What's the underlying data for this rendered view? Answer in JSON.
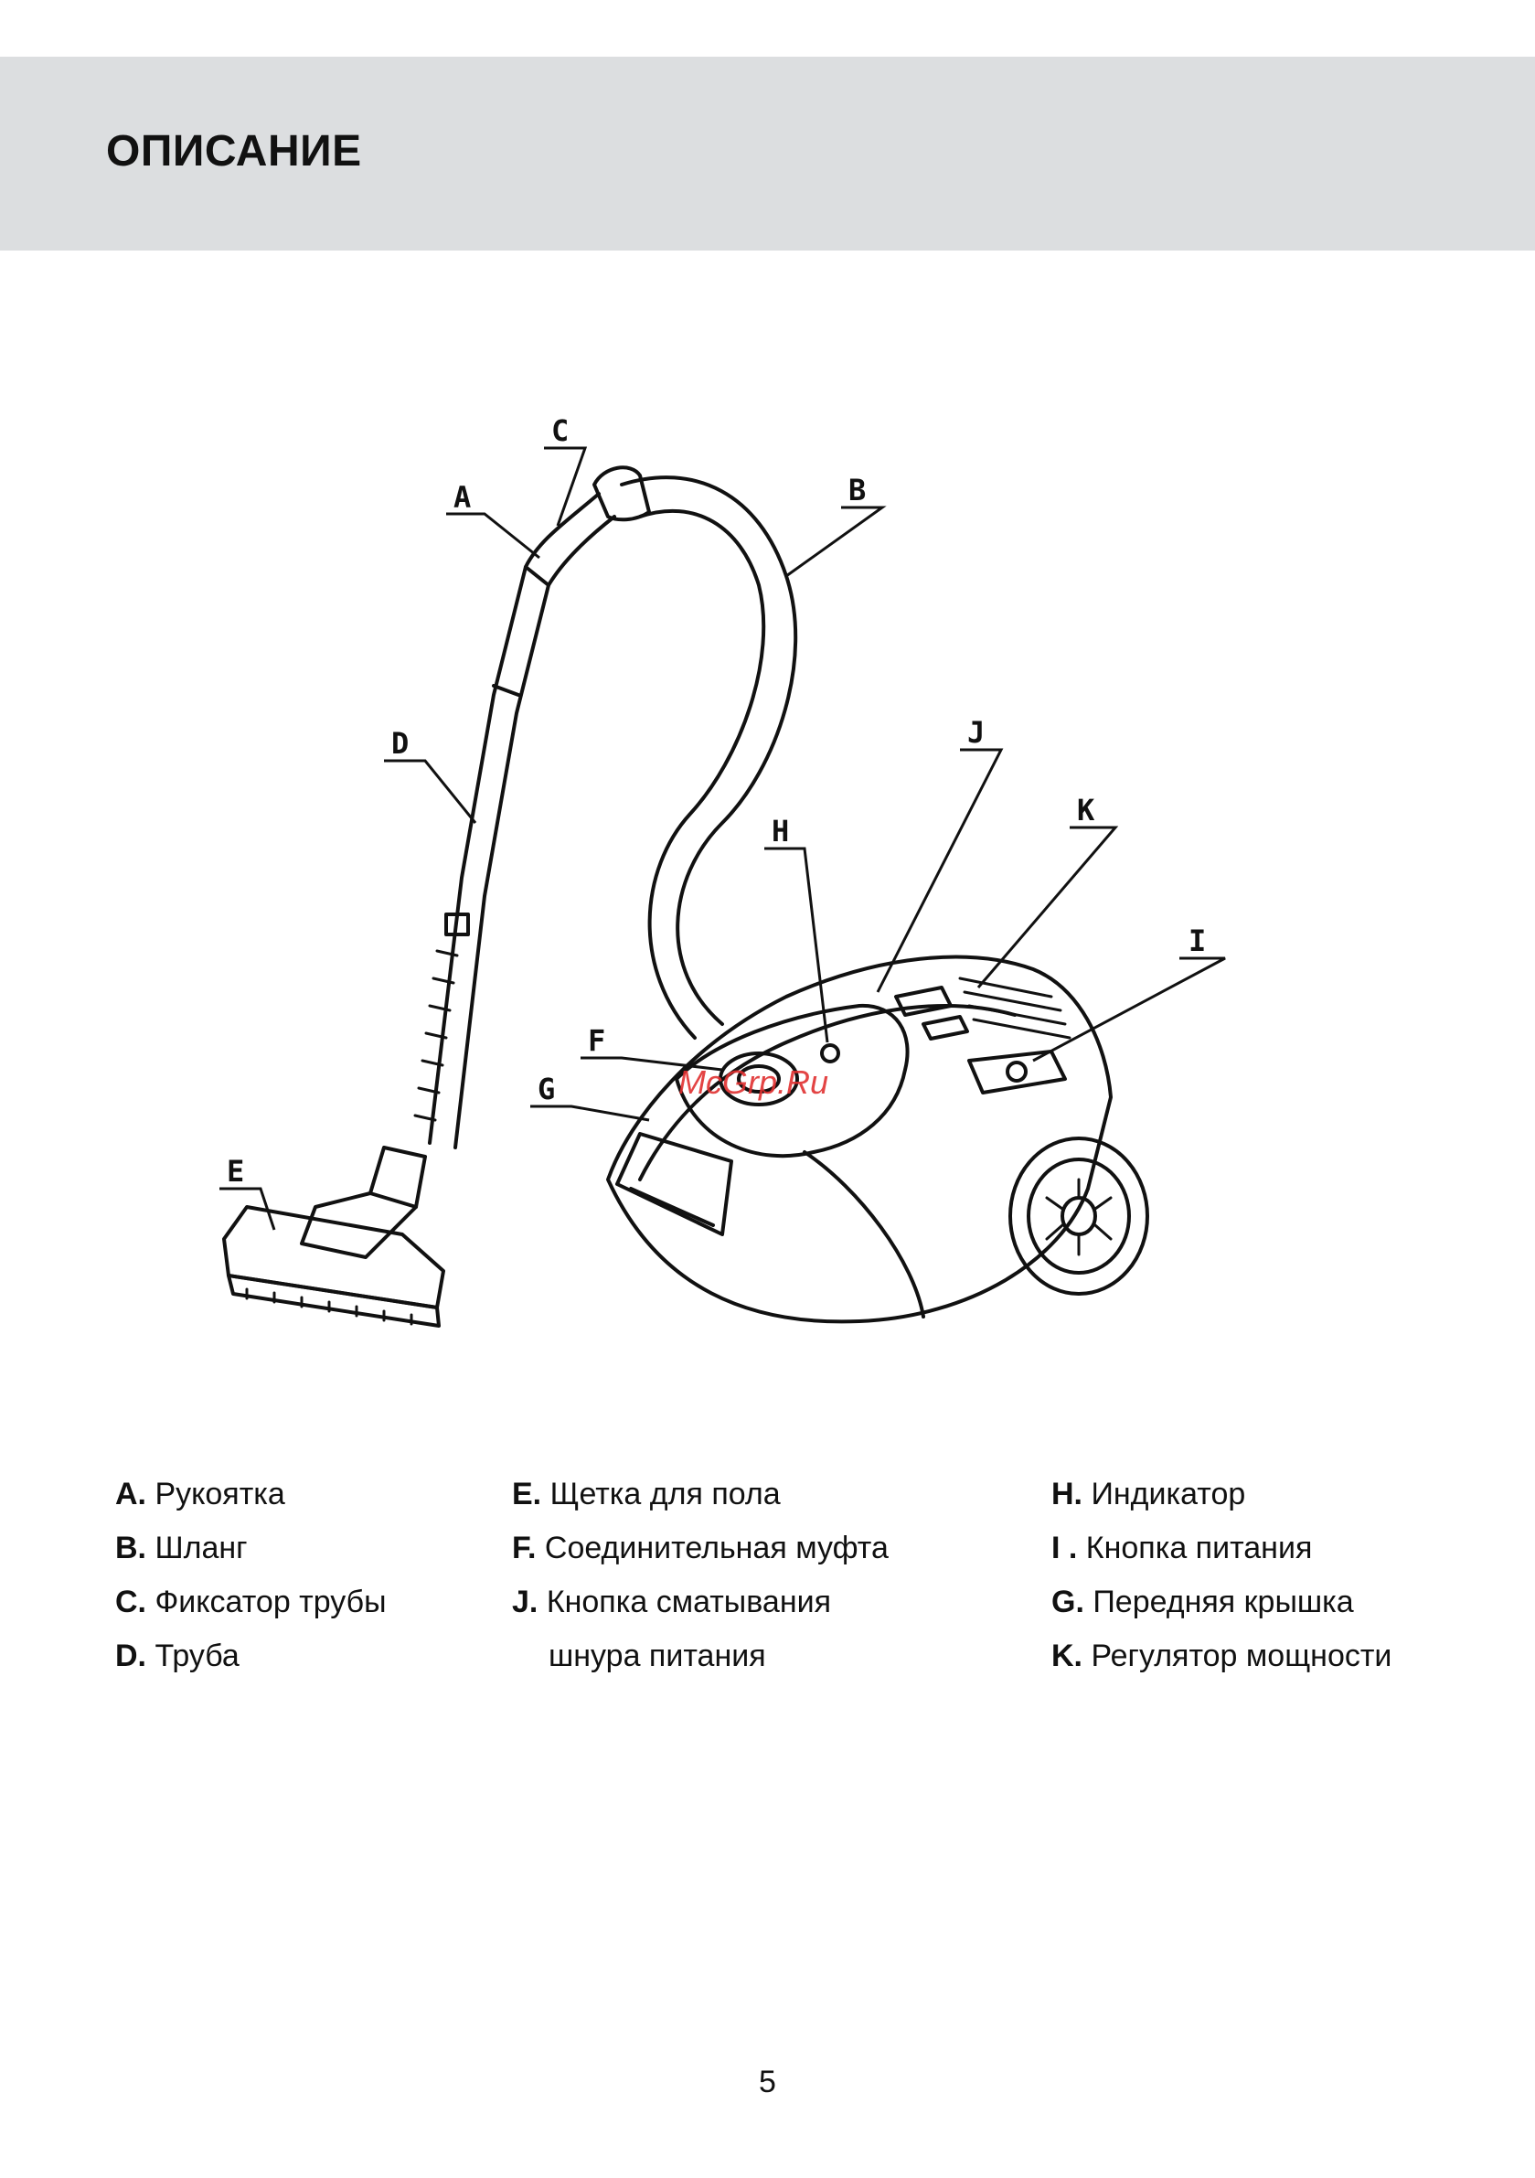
{
  "header": {
    "title": "ОПИСАНИЕ"
  },
  "diagram": {
    "callouts": [
      "A",
      "B",
      "C",
      "D",
      "E",
      "F",
      "G",
      "H",
      "I",
      "J",
      "K"
    ],
    "watermark": "McGrp.Ru"
  },
  "legend": {
    "col1": [
      {
        "key": "A.",
        "label": "Рукоятка"
      },
      {
        "key": "B.",
        "label": "Шланг"
      },
      {
        "key": "C.",
        "label": "Фиксатор трубы"
      },
      {
        "key": "D.",
        "label": "Труба"
      }
    ],
    "col2": [
      {
        "key": "E.",
        "label": "Щетка для пола"
      },
      {
        "key": "F.",
        "label": "Соединительная муфта"
      },
      {
        "key": "J.",
        "label": "Кнопка сматывания"
      },
      {
        "key": "",
        "label": "шнура питания"
      }
    ],
    "col3": [
      {
        "key": "H.",
        "label": "Индикатор"
      },
      {
        "key": "I .",
        "label": " Кнопка питания"
      },
      {
        "key": "G.",
        "label": "Передняя крышка"
      },
      {
        "key": "K.",
        "label": "Регулятор мощности"
      }
    ]
  },
  "footer": {
    "page_number": "5"
  }
}
